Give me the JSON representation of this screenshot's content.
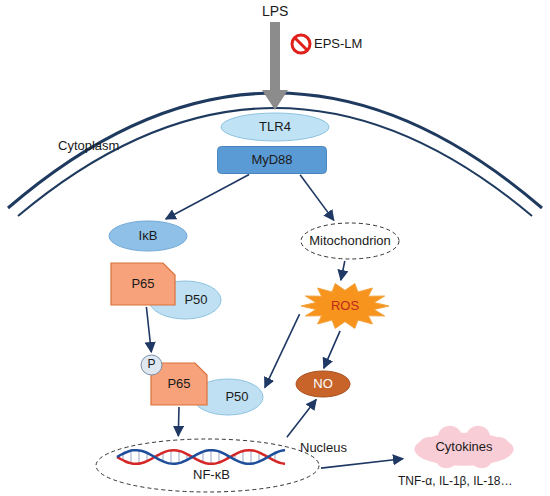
{
  "diagram": {
    "nodes": [
      {
        "text": [
          "TLR4"
        ]
      },
      {
        "text": [
          "MyD88"
        ]
      },
      {
        "text": [
          "IκB"
        ]
      },
      {
        "text": [
          "P65"
        ]
      },
      {
        "text": [
          "P50"
        ]
      },
      {
        "text": [
          "Mitochondrion"
        ]
      },
      {
        "text": [
          "ROS"
        ]
      },
      {
        "text": [
          "P"
        ]
      },
      {
        "text": [
          "P65"
        ]
      },
      {
        "text": [
          "P50"
        ]
      },
      {
        "text": [
          "NO"
        ]
      },
      {
        "text": [
          "Nucleus",
          "NF-κB"
        ]
      },
      {
        "text": [
          "Cytokines"
        ]
      }
    ],
    "edges": [
      {
        "from": 1,
        "to": 2,
        "arrow": "to"
      },
      {
        "from": 1,
        "to": 5,
        "arrow": "to"
      },
      {
        "from": 3,
        "to": 7,
        "arrow": "to"
      },
      {
        "from": 5,
        "to": 6,
        "arrow": "to"
      },
      {
        "from": 6,
        "to": 9,
        "arrow": "to"
      },
      {
        "from": 6,
        "to": 10,
        "arrow": "to"
      },
      {
        "from": 8,
        "to": 11,
        "arrow": "to"
      },
      {
        "from": 11,
        "to": 10,
        "arrow": "to"
      },
      {
        "from": 11,
        "to": 12,
        "arrow": "to"
      }
    ],
    "labels": [
      "LPS",
      "EPS-LM",
      "Cytoplasm",
      "TNF-α, IL-1β, IL-18…"
    ]
  }
}
